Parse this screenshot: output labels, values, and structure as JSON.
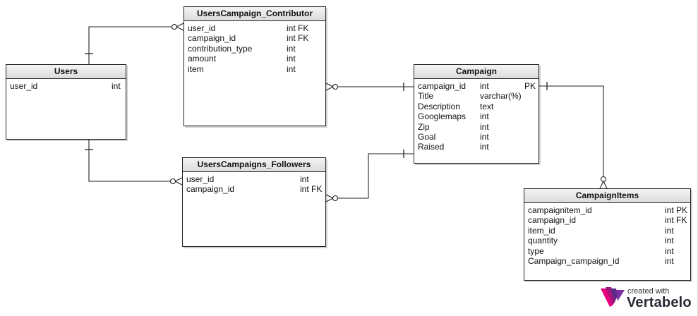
{
  "entities": {
    "contributor": {
      "title": "UsersCampaign_Contributor",
      "columns": [
        {
          "name": "user_id",
          "type": "int FK",
          "key": ""
        },
        {
          "name": "campaign_id",
          "type": "int FK",
          "key": ""
        },
        {
          "name": "contribution_type",
          "type": "int",
          "key": ""
        },
        {
          "name": "amount",
          "type": "int",
          "key": ""
        },
        {
          "name": "item",
          "type": "int",
          "key": ""
        }
      ]
    },
    "users": {
      "title": "Users",
      "columns": [
        {
          "name": "user_id",
          "type": "int",
          "key": ""
        }
      ]
    },
    "campaign": {
      "title": "Campaign",
      "columns": [
        {
          "name": "campaign_id",
          "type": "int",
          "key": "PK"
        },
        {
          "name": "Title",
          "type": "varchar(%)",
          "key": ""
        },
        {
          "name": "Description",
          "type": "text",
          "key": ""
        },
        {
          "name": "Googlemaps",
          "type": "int",
          "key": ""
        },
        {
          "name": "Zip",
          "type": "int",
          "key": ""
        },
        {
          "name": "Goal",
          "type": "int",
          "key": ""
        },
        {
          "name": "Raised",
          "type": "int",
          "key": ""
        }
      ]
    },
    "followers": {
      "title": "UsersCampaigns_Followers",
      "columns": [
        {
          "name": "user_id",
          "type": "int",
          "key": ""
        },
        {
          "name": "campaign_id",
          "type": "int FK",
          "key": ""
        }
      ]
    },
    "items": {
      "title": "CampaignItems",
      "columns": [
        {
          "name": "campaignitem_id",
          "type": "int PK",
          "key": ""
        },
        {
          "name": "campaign_id",
          "type": "int FK",
          "key": ""
        },
        {
          "name": "item_id",
          "type": "int",
          "key": ""
        },
        {
          "name": "quantity",
          "type": "int",
          "key": ""
        },
        {
          "name": "type",
          "type": "int",
          "key": ""
        },
        {
          "name": "Campaign_campaign_id",
          "type": "int",
          "key": ""
        }
      ]
    }
  },
  "relationships": [
    {
      "from": "users",
      "to": "contributor",
      "from_end": "one",
      "to_end": "many"
    },
    {
      "from": "campaign",
      "to": "contributor",
      "from_end": "one",
      "to_end": "many"
    },
    {
      "from": "users",
      "to": "followers",
      "from_end": "one",
      "to_end": "many"
    },
    {
      "from": "campaign",
      "to": "followers",
      "from_end": "one",
      "to_end": "many"
    },
    {
      "from": "campaign",
      "to": "items",
      "from_end": "one",
      "to_end": "many"
    }
  ],
  "watermark": {
    "tagline": "created with",
    "brand": "Vertabelo",
    "colors": [
      "#e5007e",
      "#a4157c",
      "#5b2a86",
      "#7b2ea0"
    ]
  },
  "colors": {
    "line": "#222222",
    "header_top": "#f4f4f4",
    "header_bottom": "#dcdcdc"
  }
}
